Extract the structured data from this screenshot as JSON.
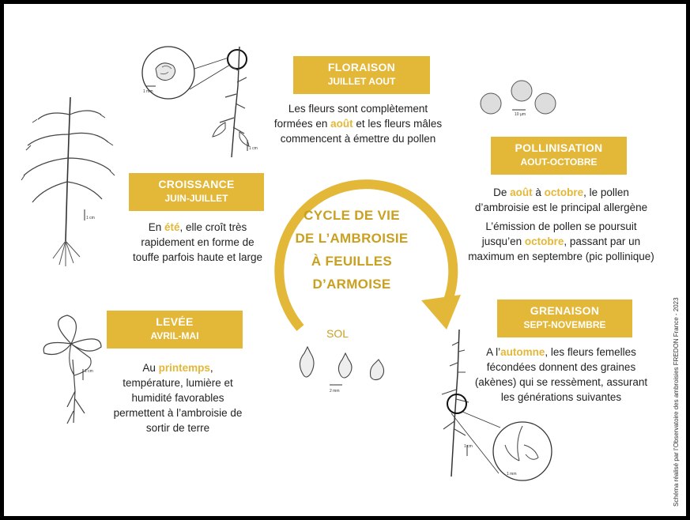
{
  "center": {
    "line1": "CYCLE DE VIE",
    "line2": "DE L’AMBROISIE",
    "line3": "À FEUILLES",
    "line4": "D’ARMOISE"
  },
  "sol_label": "SOL",
  "stages": {
    "floraison": {
      "title": "FLORAISON",
      "period": "JUILLET AOUT",
      "desc": [
        {
          "t": "Les fleurs sont complètement"
        },
        {
          "t": "formées en "
        },
        {
          "t": "août",
          "hl": true
        },
        {
          "t": " et les fleurs mâles"
        },
        {
          "t": "commencent à émettre du pollen"
        }
      ]
    },
    "pollinisation": {
      "title": "POLLINISATION",
      "period": "AOUT-OCTOBRE",
      "desc1_a": "De ",
      "desc1_b": "août",
      "desc1_c": " à ",
      "desc1_d": "octobre",
      "desc1_e": ", le pollen",
      "desc1_f": "d’ambroisie est le principal allergène",
      "desc2_a": "L’émission de pollen se poursuit",
      "desc2_b": "jusqu’en ",
      "desc2_c": "octobre",
      "desc2_d": ", passant par un",
      "desc2_e": "maximum en septembre (pic pollinique)"
    },
    "croissance": {
      "title": "CROISSANCE",
      "period": "JUIN-JUILLET",
      "desc_a": "En ",
      "desc_b": "été",
      "desc_c": ", elle croît très",
      "desc_d": "rapidement en forme de",
      "desc_e": "touffe parfois haute et large"
    },
    "levee": {
      "title": "LEVÉE",
      "period": "AVRIL-MAI",
      "desc_a": "Au ",
      "desc_b": "printemps",
      "desc_c": ",",
      "desc_d": "température, lumière et",
      "desc_e": "humidité favorables",
      "desc_f": "permettent à l’ambroisie de",
      "desc_g": "sortir de terre"
    },
    "grenaison": {
      "title": "GRENAISON",
      "period": "SEPT-NOVEMBRE",
      "desc_a": "A l’",
      "desc_b": "automne",
      "desc_c": ", les fleurs femelles",
      "desc_d": "fécondées donnent des graines",
      "desc_e": "(akènes) qui se ressèment, assurant",
      "desc_f": "les générations suivantes"
    }
  },
  "scale_labels": {
    "flower_zoom": "1 mm",
    "floraison_plant": "1 cm",
    "pollen": "10 µm",
    "croissance_plant": "1 cm",
    "levee_plant": "1 cm",
    "seeds": "2 mm",
    "grenaison_plant": "1 cm",
    "grenaison_zoom": "1 mm"
  },
  "credit": "Schéma réalisé par l’Observatoire des ambroisies FREDON France - 2023",
  "colors": {
    "accent": "#e3b737",
    "accent_dark": "#c9a01f",
    "text": "#222222",
    "frame": "#000000"
  }
}
